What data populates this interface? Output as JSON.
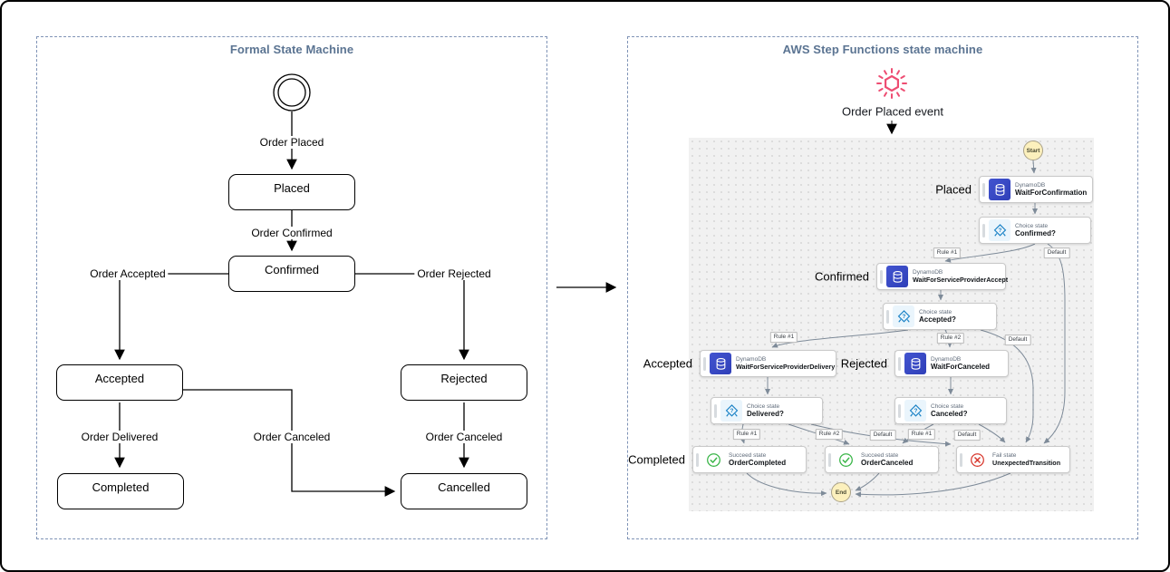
{
  "left": {
    "title": "Formal State Machine",
    "states": [
      {
        "label": "Placed"
      },
      {
        "label": "Confirmed"
      },
      {
        "label": "Accepted"
      },
      {
        "label": "Rejected"
      },
      {
        "label": "Completed"
      },
      {
        "label": "Cancelled"
      }
    ],
    "transitions": [
      {
        "label": "Order Placed"
      },
      {
        "label": "Order Confirmed"
      },
      {
        "label": "Order Accepted"
      },
      {
        "label": "Order Rejected"
      },
      {
        "label": "Order Delivered"
      },
      {
        "label": "Order Canceled"
      },
      {
        "label": "Order Canceled"
      }
    ]
  },
  "right": {
    "title": "AWS Step Functions state machine",
    "event_label": "Order Placed event",
    "canvas": {
      "start_label": "Start",
      "end_label": "End",
      "side_labels": [
        {
          "text": "Placed"
        },
        {
          "text": "Confirmed"
        },
        {
          "text": "Accepted"
        },
        {
          "text": "Rejected"
        },
        {
          "text": "Completed"
        }
      ],
      "nodes": [
        {
          "kind": "task",
          "service": "DynamoDB",
          "name": "WaitForConfirmation"
        },
        {
          "kind": "choice",
          "type_label": "Choice state",
          "name": "Confirmed?"
        },
        {
          "kind": "task",
          "service": "DynamoDB",
          "name": "WaitForServiceProviderAccept"
        },
        {
          "kind": "choice",
          "type_label": "Choice state",
          "name": "Accepted?"
        },
        {
          "kind": "task",
          "service": "DynamoDB",
          "name": "WaitForServiceProviderDelivery"
        },
        {
          "kind": "task",
          "service": "DynamoDB",
          "name": "WaitForCanceled"
        },
        {
          "kind": "choice",
          "type_label": "Choice state",
          "name": "Delivered?"
        },
        {
          "kind": "choice",
          "type_label": "Choice state",
          "name": "Canceled?"
        },
        {
          "kind": "succeed",
          "type_label": "Succeed state",
          "name": "OrderCompleted"
        },
        {
          "kind": "succeed",
          "type_label": "Succeed state",
          "name": "OrderCanceled"
        },
        {
          "kind": "fail",
          "type_label": "Fail state",
          "name": "UnexpectedTransition"
        }
      ],
      "edge_labels": [
        {
          "text": "Rule #1"
        },
        {
          "text": "Default"
        },
        {
          "text": "Rule #1"
        },
        {
          "text": "Rule #2"
        },
        {
          "text": "Default"
        },
        {
          "text": "Rule #1"
        },
        {
          "text": "Rule #2"
        },
        {
          "text": "Default"
        },
        {
          "text": "Rule #1"
        },
        {
          "text": "Default"
        }
      ]
    }
  },
  "colors": {
    "panel_border": "#7f93b6",
    "title": "#5b7492",
    "dynamodb_blue": "#3b4cc8",
    "choice_blue": "#1a82c6",
    "succeed_green": "#3cb64a",
    "fail_red": "#d93d33",
    "event_pink": "#ee4d72",
    "start_end_fill": "#fcf0bd",
    "canvas_bg": "#f1f1f1",
    "edge_gray": "#7e8b99"
  }
}
